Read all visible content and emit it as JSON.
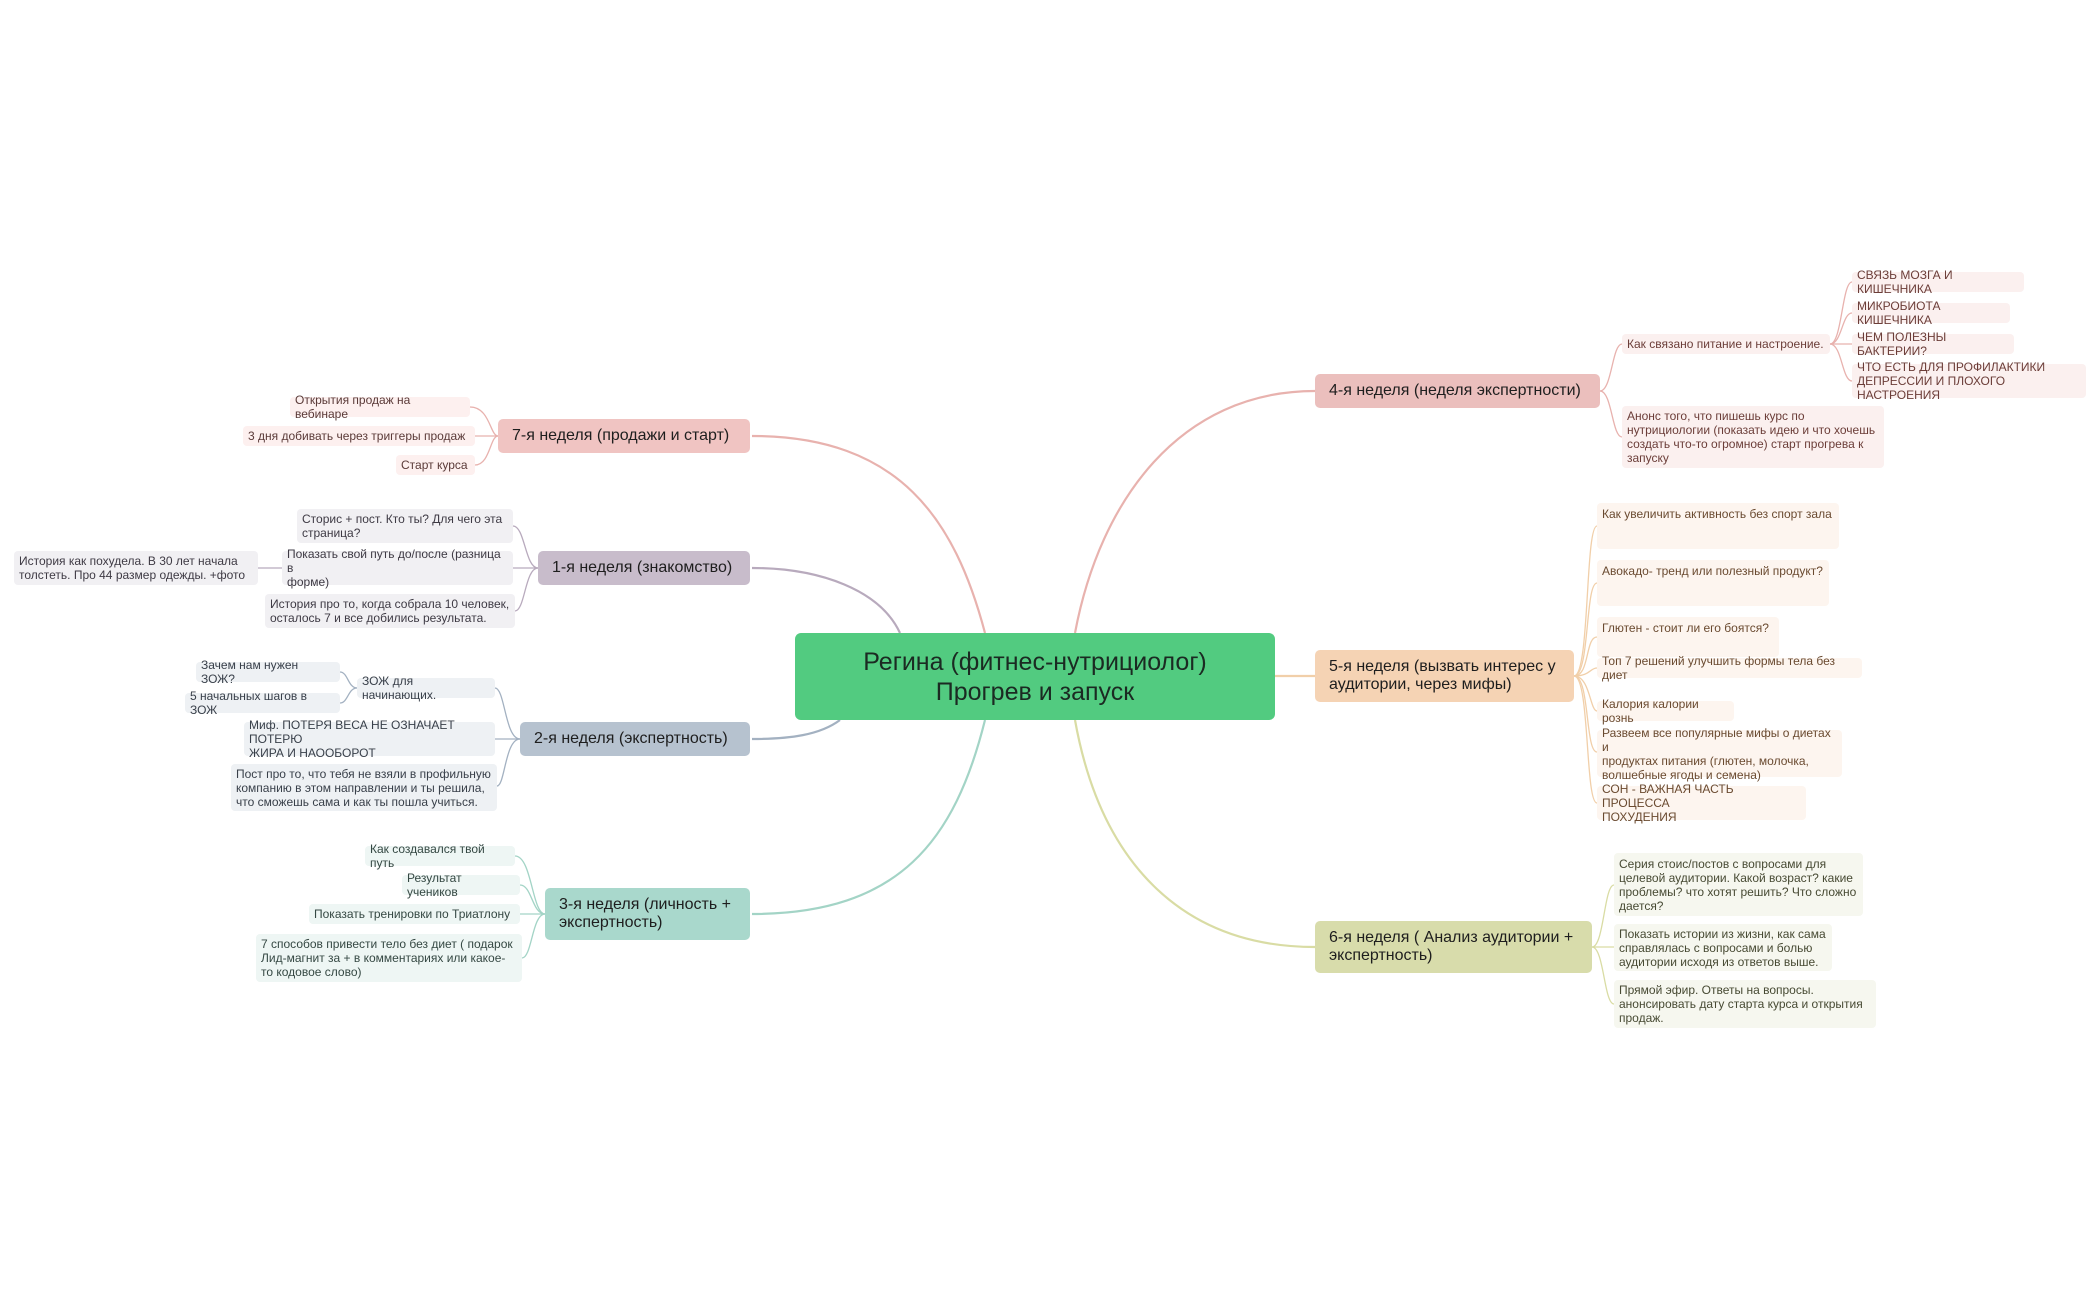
{
  "root": {
    "title": "Регина (фитнес-нутрициолог)\nПрогрев и запуск",
    "color": "#52cb80"
  },
  "weeks": {
    "w7": {
      "label": "7-я неделя (продажи и старт)",
      "color": "#f0c4c2",
      "line": "#e8b2ae",
      "items": [
        "Открытия продаж на вебинаре",
        "3 дня добивать через триггеры продаж",
        "Старт курса"
      ]
    },
    "w1": {
      "label": "1-я неделя (знакомство)",
      "color": "#c8bccb",
      "line": "#b8aabd",
      "items": [
        "Сторис + пост. Кто ты? Для чего эта\nстраница?",
        "Показать свой путь до/после (разница в\nформе)",
        "История про то, когда собрала 10 человек,\nосталось 7 и все добились результата."
      ],
      "sub": "История как  похудела. В 30 лет начала\nтолстеть. Про 44 размер одежды. +фото"
    },
    "w2": {
      "label": "2-я неделя (экспертность)",
      "color": "#b6c2cf",
      "line": "#a3b1c1",
      "items": [
        "ЗОЖ для начинающих.",
        "Миф. ПОТЕРЯ ВЕСА НЕ ОЗНАЧАЕТ ПОТЕРЮ\nЖИРА И НАООБОРОТ",
        "Пост про то, что тебя не взяли в профильную\nкомпанию в этом направлении и ты решила,\nчто сможешь сама и как ты пошла учиться."
      ],
      "sub": [
        "Зачем нам нужен ЗОЖ?",
        "5 начальных шагов в ЗОЖ"
      ]
    },
    "w3": {
      "label": "3-я неделя (личность +\nэкспертность)",
      "color": "#a9d8cc",
      "line": "#a3d4c6",
      "items": [
        "Как создавался твой путь",
        "Результат учеников",
        "Показать тренировки по Триатлону",
        "7 способов привести тело без диет ( подарок\nЛид-магнит за + в комментариях или какое-\nто кодовое слово)"
      ]
    },
    "w4": {
      "label": "4-я неделя (неделя экспертности)",
      "color": "#ebbfbd",
      "line": "#e8b2ae",
      "items": [
        "Как связано питание и настроение.",
        "Анонс того, что пишешь курс по\nнутрициологии (показать идею и что хочешь\nсоздать что-то огромное) старт прогрева к\nзапуску"
      ],
      "sub": [
        "СВЯЗЬ МОЗГА И КИШЕЧНИКА",
        "МИКРОБИОТА КИШЕЧНИКА",
        "ЧЕМ  ПОЛЕЗНЫ БАКТЕРИИ?",
        "ЧТО ЕСТЬ ДЛЯ ПРОФИЛАКТИКИ\nДЕПРЕССИИ И ПЛОХОГО НАСТРОЕНИЯ"
      ]
    },
    "w5": {
      "label": "5-я неделя (вызвать интерес у\nаудитории, через мифы)",
      "color": "#f5d3b4",
      "line": "#f1cfa9",
      "items": [
        "Как увеличить активность без спорт зала",
        "Авокадо- тренд или полезный продукт?",
        "Глютен - стоит ли его боятся?",
        "Топ 7 решений улучшить формы тела без диет",
        "Калория калории рознь",
        "Развеем все популярные мифы о диетах и\nпродуктах питания (глютен, молочка,\nволшебные ягоды и семена)",
        "СОН  - ВАЖНАЯ ЧАСТЬ ПРОЦЕССА\nПОХУДЕНИЯ"
      ]
    },
    "w6": {
      "label": "6-я неделя ( Анализ аудитории +\nэкспертность)",
      "color": "#d8dcab",
      "line": "#d9dca4",
      "items": [
        "Серия стоис/постов с вопросами для\nцелевой аудитории. Какой возраст? какие\nпроблемы? что хотят решить? Что сложно\nдается?",
        "Показать истории из жизни, как сама\nсправлялась с вопросами и болью\nаудитории исходя из ответов выше.",
        "Прямой эфир. Ответы на вопросы.\nанонсировать дату старта курса и открытия\nпродаж."
      ]
    }
  }
}
